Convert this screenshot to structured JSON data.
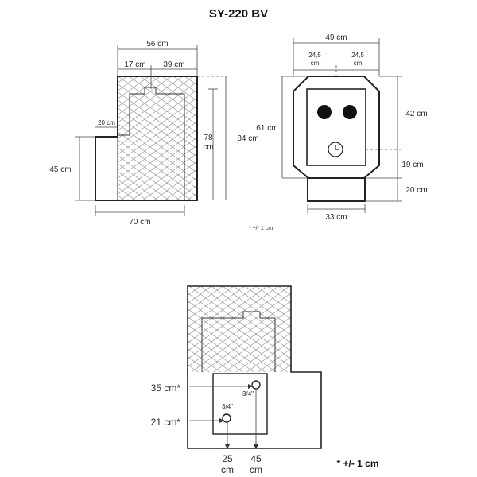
{
  "title": "SY-220 BV",
  "side_view": {
    "width_top": "56 cm",
    "width_left": "17 cm",
    "width_right": "39 cm",
    "step": "20 cm",
    "height_inner": "78 cm",
    "height_total": "84 cm",
    "height_left": "45 cm",
    "width_total": "70 cm"
  },
  "front_view": {
    "width_total": "49 cm",
    "half_left": "24,5 cm",
    "half_right": "24,5 cm",
    "height_body": "61 cm",
    "height_upper": "42 cm",
    "height_lower": "19 cm",
    "height_base": "20 cm",
    "base_width": "33 cm"
  },
  "tolerance_note": "* +/- 1 cm",
  "rear_view": {
    "connection_upper_height": "35 cm*",
    "connection_lower_height": "21 cm*",
    "connection_upper_size": "3/4\"",
    "connection_lower_size": "3/4\"",
    "connection_left_offset": "25 cm",
    "connection_right_offset": "45 cm"
  },
  "tolerance_note_large": "* +/- 1 cm"
}
